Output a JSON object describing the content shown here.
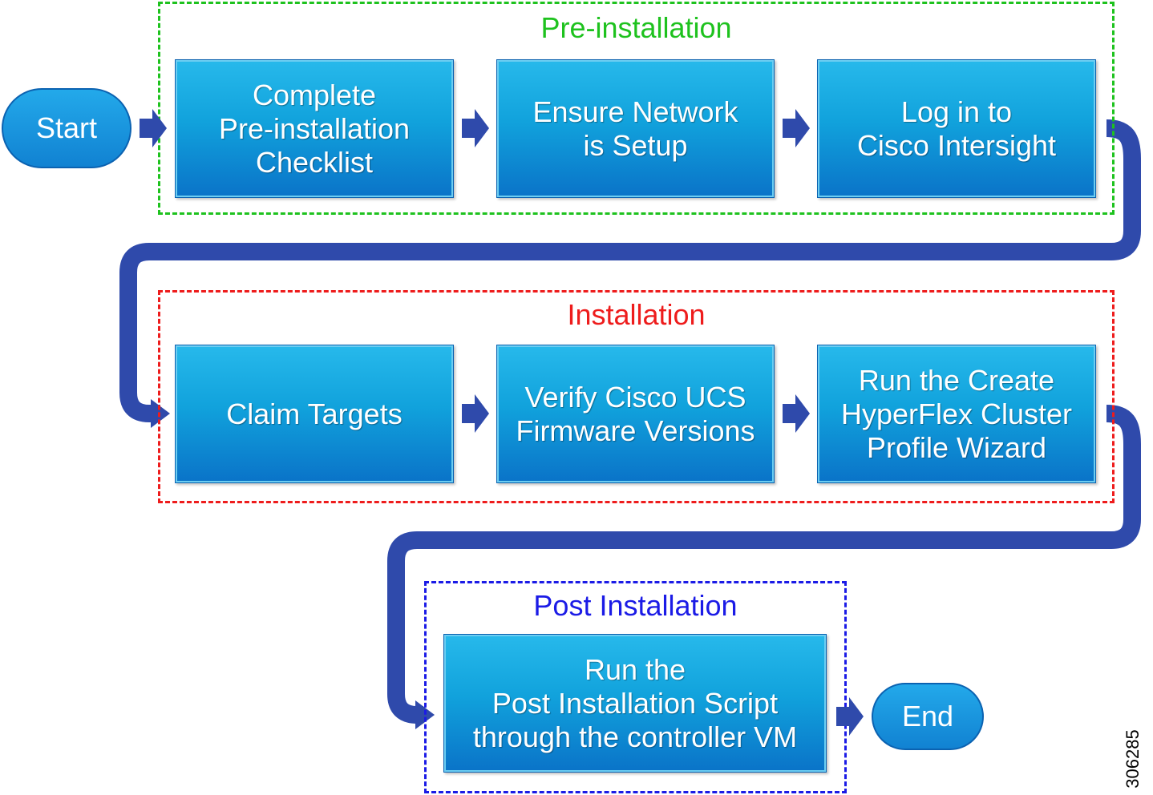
{
  "colors": {
    "connector": "#2f4aab",
    "pre_installation_border": "#1ec21e",
    "installation_border": "#ee1c1c",
    "post_installation_border": "#1b1be6"
  },
  "terminals": {
    "start": "Start",
    "end": "End"
  },
  "groups": [
    {
      "title": "Pre-installation",
      "steps": [
        "Complete\nPre-installation\nChecklist",
        "Ensure Network\nis Setup",
        "Log in to\nCisco Intersight"
      ]
    },
    {
      "title": "Installation",
      "steps": [
        "Claim  Targets",
        "Verify Cisco UCS\nFirmware Versions",
        "Run the Create\nHyperFlex Cluster\nProfile Wizard"
      ]
    },
    {
      "title": "Post Installation",
      "steps": [
        "Run the\nPost Installation Script\nthrough the controller VM"
      ]
    }
  ],
  "figure_id": "306285"
}
